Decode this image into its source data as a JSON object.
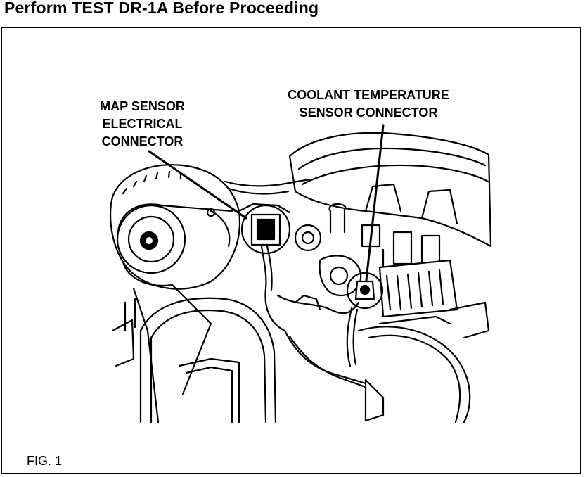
{
  "page": {
    "title": "Perform TEST DR-1A Before Proceeding",
    "figure_label": "FIG. 1"
  },
  "callouts": {
    "map_sensor": [
      "MAP SENSOR",
      "ELECTRICAL",
      "CONNECTOR"
    ],
    "coolant_sensor": [
      "COOLANT TEMPERATURE",
      "SENSOR CONNECTOR"
    ]
  }
}
